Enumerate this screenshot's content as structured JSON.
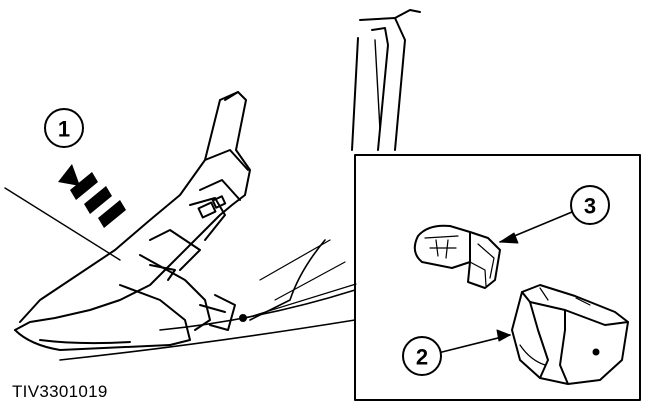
{
  "figure": {
    "id_label": "TIV3301019",
    "callouts": [
      {
        "number": "1",
        "target": "pull direction arrow"
      },
      {
        "number": "2",
        "target": "lamp socket housing"
      },
      {
        "number": "3",
        "target": "wedge bulb"
      }
    ],
    "colors": {
      "ink": "#000000",
      "paper": "#ffffff"
    }
  }
}
